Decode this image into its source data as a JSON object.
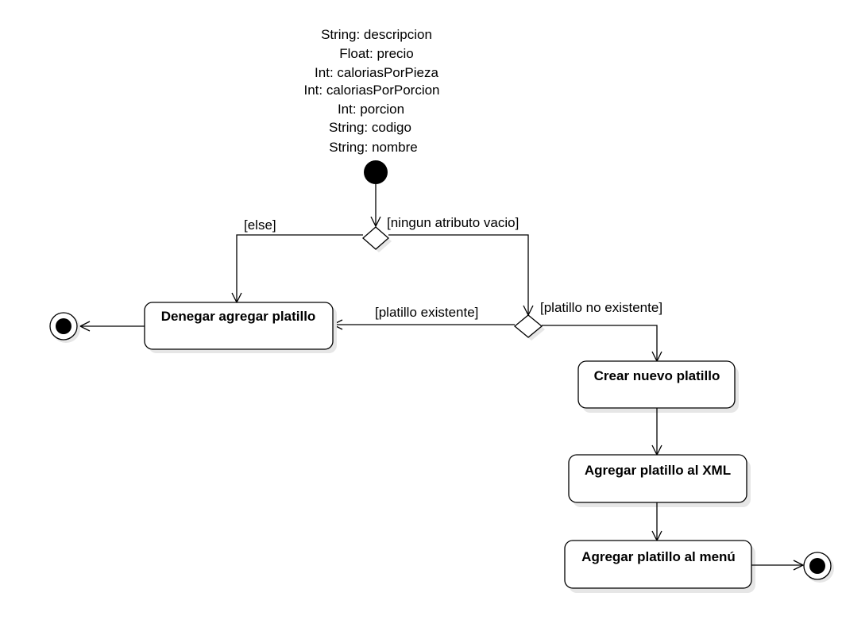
{
  "attributes": [
    "String: descripcion",
    "Float: precio",
    "Int: caloriasPorPieza",
    "Int: caloriasPorPorcion",
    "Int: porcion",
    "String: codigo",
    "String: nombre"
  ],
  "guards": {
    "else": "[else]",
    "no_empty": "[ningun atributo vacio]",
    "exists": "[platillo existente]",
    "not_exists": "[platillo no existente]"
  },
  "activities": {
    "deny": "Denegar agregar platillo",
    "create": "Crear nuevo platillo",
    "add_xml": "Agregar platillo al XML",
    "add_menu": "Agregar platillo al menú"
  }
}
